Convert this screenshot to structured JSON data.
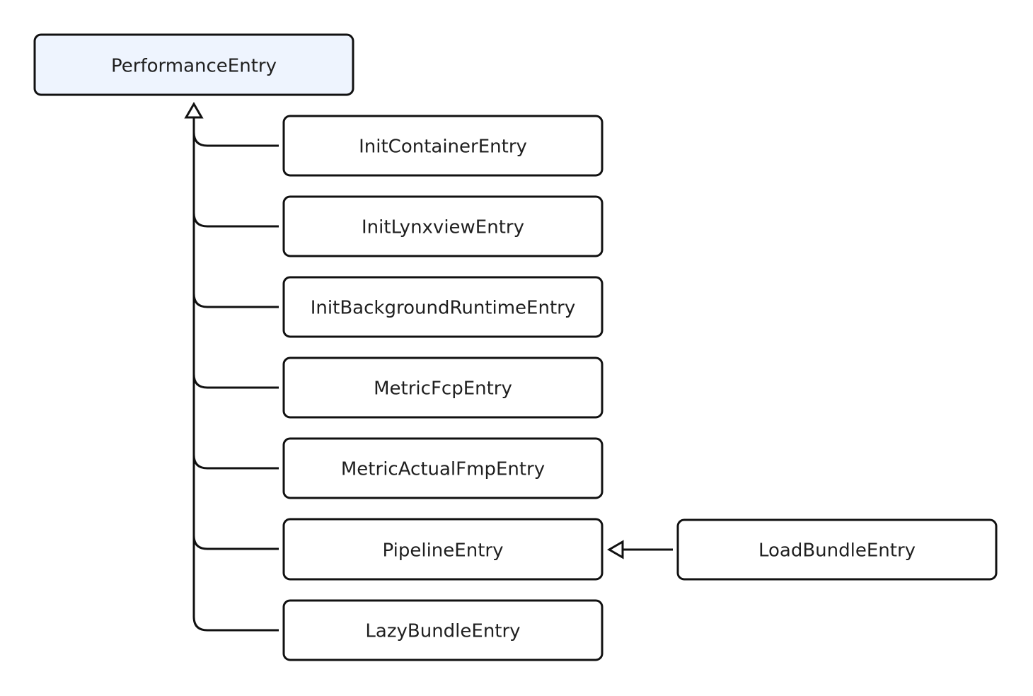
{
  "colors": {
    "root_fill": "#eef4fe",
    "node_fill": "#ffffff",
    "stroke": "#111111",
    "text": "#1f1f1f"
  },
  "nodes": {
    "root": {
      "label": "PerformanceEntry"
    },
    "children": [
      {
        "label": "InitContainerEntry"
      },
      {
        "label": "InitLynxviewEntry"
      },
      {
        "label": "InitBackgroundRuntimeEntry"
      },
      {
        "label": "MetricFcpEntry"
      },
      {
        "label": "MetricActualFmpEntry"
      },
      {
        "label": "PipelineEntry"
      },
      {
        "label": "LazyBundleEntry"
      }
    ],
    "grandchild": {
      "label": "LoadBundleEntry",
      "parent": "PipelineEntry"
    }
  }
}
